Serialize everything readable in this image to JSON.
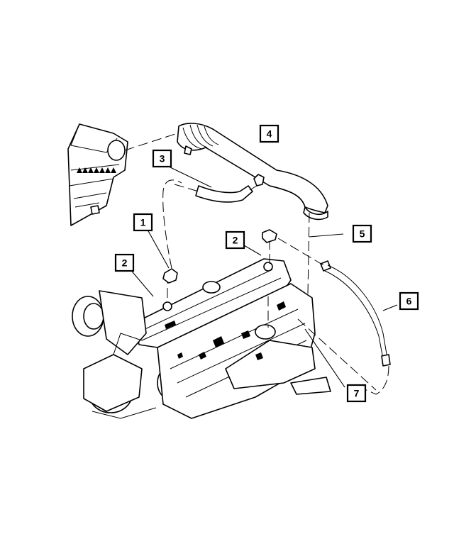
{
  "diagram": {
    "callouts": [
      {
        "id": "c1",
        "label": "1"
      },
      {
        "id": "c2a",
        "label": "2"
      },
      {
        "id": "c2b",
        "label": "2"
      },
      {
        "id": "c3",
        "label": "3"
      },
      {
        "id": "c4",
        "label": "4"
      },
      {
        "id": "c5",
        "label": "5"
      },
      {
        "id": "c6",
        "label": "6"
      },
      {
        "id": "c7",
        "label": "7"
      }
    ]
  }
}
